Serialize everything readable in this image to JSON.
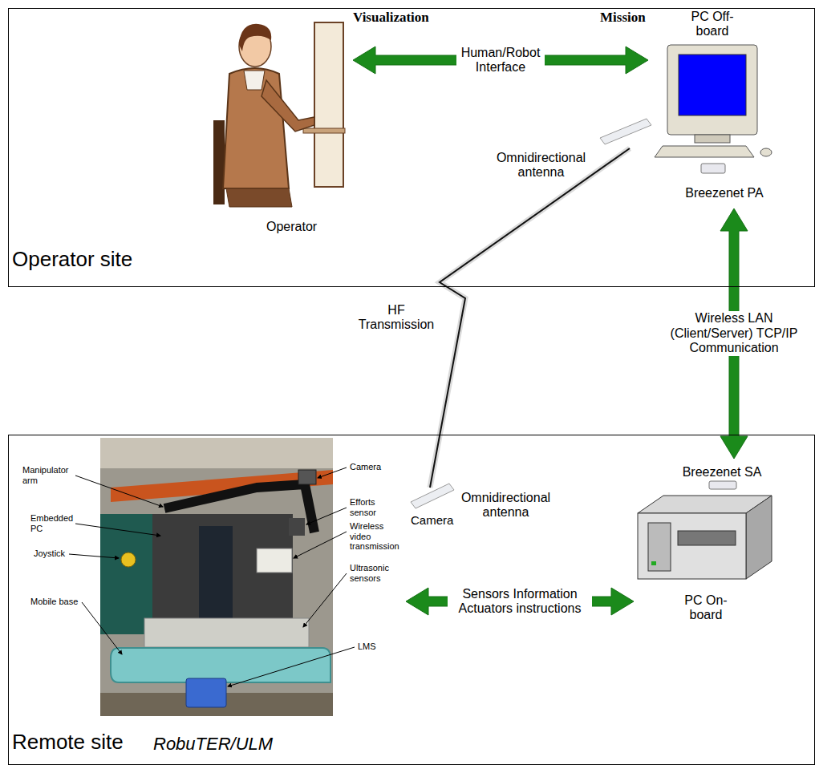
{
  "diagram": {
    "nodes": [
      {
        "text": [
          "Operator site"
        ]
      },
      {
        "text": [
          "Operator"
        ],
        "in": 0
      },
      {
        "text": [
          "PC Off-board",
          "Breezenet PA"
        ],
        "in": 0
      },
      {
        "text": [
          "Remote site",
          "RobuTER/ULM"
        ]
      },
      {
        "text": [
          "Manipulator arm",
          "Embedded PC",
          "Joystick",
          "Mobile base",
          "Camera",
          "Efforts sensor",
          "Wireless video transmission",
          "Ultrasonic sensors",
          "LMS"
        ],
        "in": 3
      },
      {
        "text": [
          "Breezenet SA",
          "PC On-board"
        ],
        "in": 3
      }
    ],
    "edges": [
      {
        "from": 1,
        "to": 2,
        "arrow": "both",
        "label": "Human/Robot Interface"
      },
      {
        "from": 2,
        "to": 5,
        "arrow": "both",
        "label": "Wireless LAN (Client/Server) TCP/IP Communication"
      },
      {
        "from": 4,
        "to": 5,
        "arrow": "both",
        "label": "Sensors Information Actuators instructions"
      }
    ],
    "labels": [
      "Visualization",
      "Mission",
      "Omnidirectional antenna",
      "HF Transmission",
      "Omnidirectional antenna",
      "Camera"
    ]
  }
}
